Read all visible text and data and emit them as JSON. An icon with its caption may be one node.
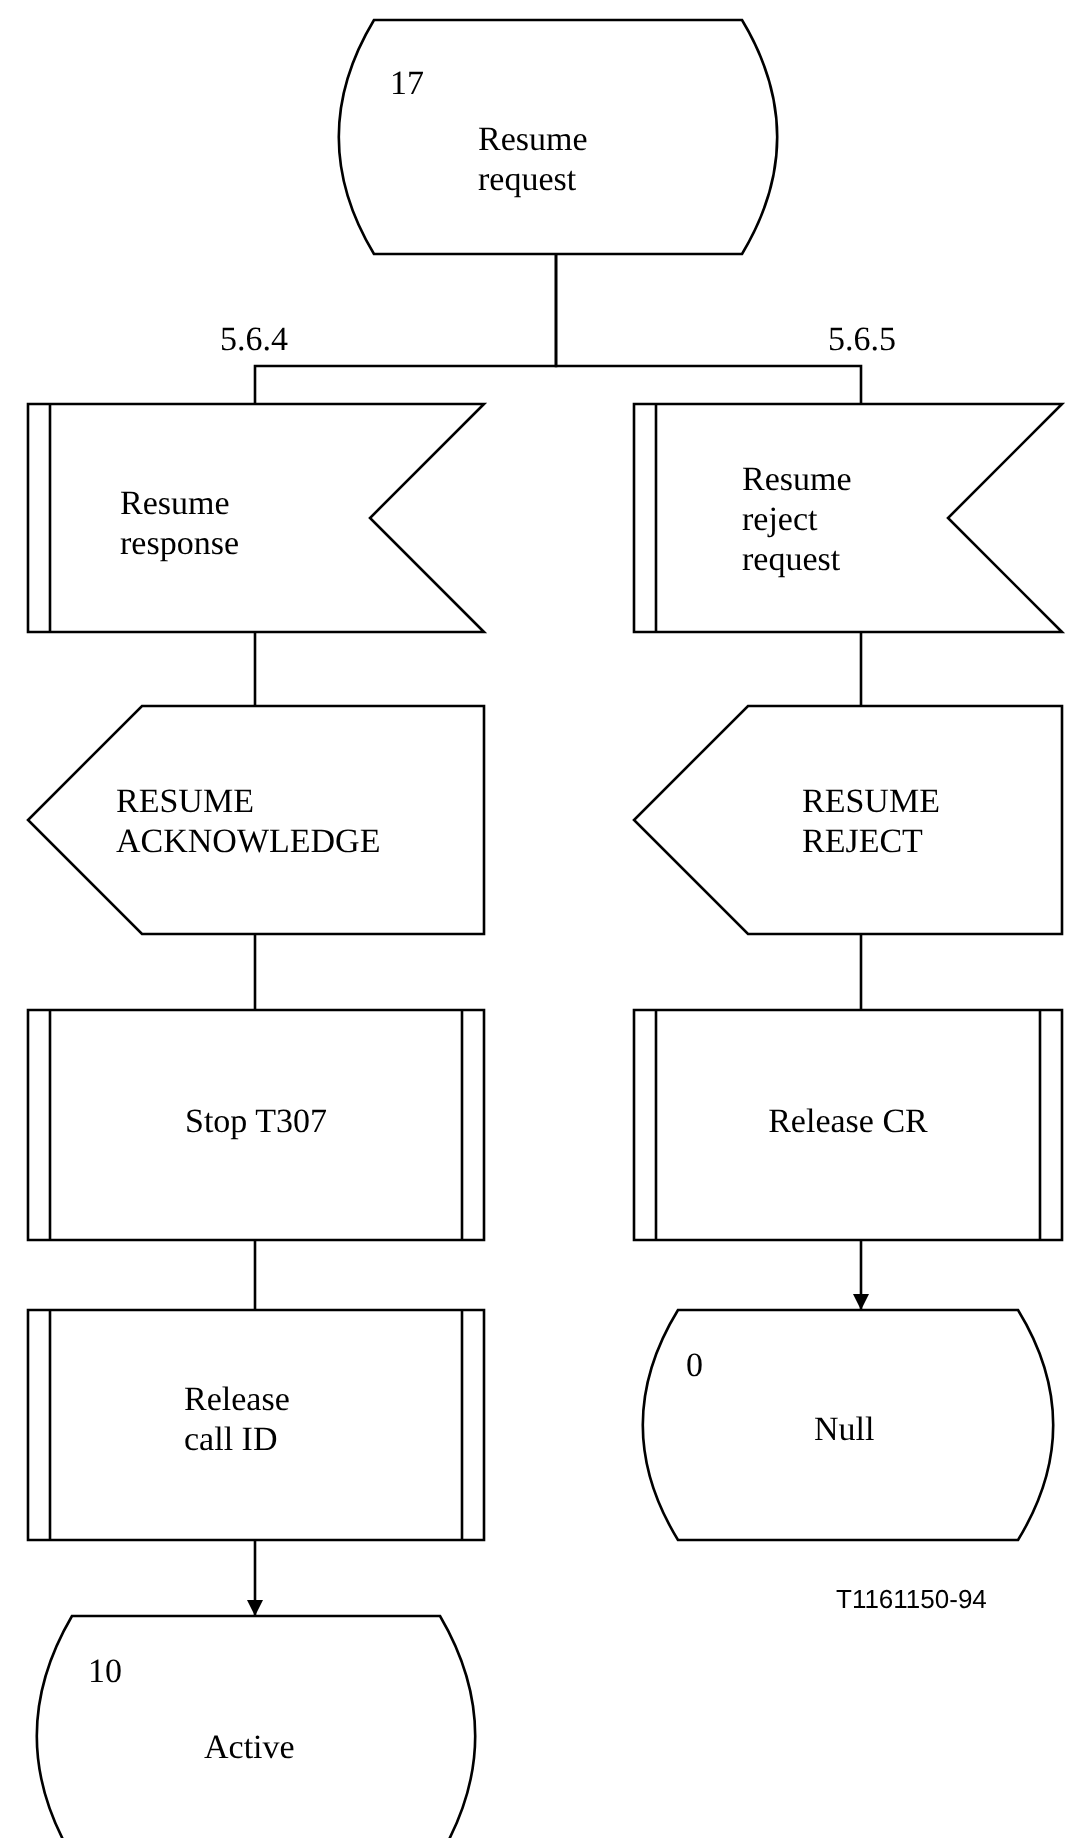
{
  "diagram": {
    "nodes": [
      {
        "text": [
          "17",
          "Resume request"
        ]
      },
      {
        "text": [
          "Resume response"
        ]
      },
      {
        "text": [
          "Resume reject request"
        ]
      },
      {
        "text": [
          "RESUME ACKNOWLEDGE"
        ]
      },
      {
        "text": [
          "RESUME REJECT"
        ]
      },
      {
        "text": [
          "Stop T307"
        ]
      },
      {
        "text": [
          "Release CR"
        ]
      },
      {
        "text": [
          "Release call ID"
        ]
      },
      {
        "text": [
          "0",
          "Null"
        ]
      },
      {
        "text": [
          "10",
          "Active"
        ]
      }
    ],
    "edges": [
      {
        "from": 0,
        "to": 1,
        "arrow": "none"
      },
      {
        "from": 0,
        "to": 2,
        "arrow": "none"
      },
      {
        "from": 1,
        "to": 3,
        "arrow": "none"
      },
      {
        "from": 3,
        "to": 5,
        "arrow": "none"
      },
      {
        "from": 5,
        "to": 7,
        "arrow": "none"
      },
      {
        "from": 7,
        "to": 9,
        "arrow": "to"
      },
      {
        "from": 2,
        "to": 4,
        "arrow": "none"
      },
      {
        "from": 4,
        "to": 6,
        "arrow": "none"
      },
      {
        "from": 6,
        "to": 8,
        "arrow": "to"
      }
    ],
    "labels": [
      "5.6.4",
      "5.6.5",
      "T1161150-94"
    ]
  }
}
